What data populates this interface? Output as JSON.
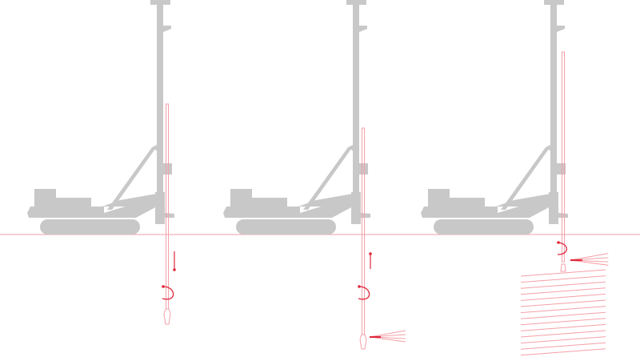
{
  "colors": {
    "background": "#ffffff",
    "rig": "#c8c8c8",
    "rod": "#f4a0a8",
    "accent": "#e0283c",
    "ground": "#f0a0a8"
  },
  "stages": [
    {
      "name": "stage-1-drilling",
      "icons": [
        "down-arrow-icon",
        "rotation-arrow-icon"
      ]
    },
    {
      "name": "stage-2-jetting",
      "icons": [
        "up-arrow-icon",
        "rotation-arrow-icon",
        "jet-spray-icon"
      ]
    },
    {
      "name": "stage-3-grouting",
      "icons": [
        "rotation-arrow-icon",
        "jet-spray-icon",
        "grout-column-icon"
      ]
    }
  ]
}
